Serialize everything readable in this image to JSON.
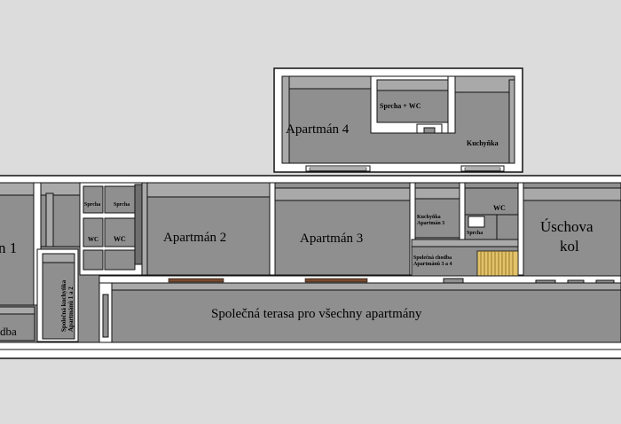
{
  "rooms": {
    "apartman1": "n 1",
    "apartman2": "Apartmán 2",
    "apartman3": "Apartmán 3",
    "apartman4": "Apartmán 4",
    "sprcha_wc_4": "Sprcha + WC",
    "kuchynka_4": "Kuchyňka",
    "sprcha_a": "Sprcha",
    "sprcha_b": "Sprcha",
    "wc_a": "WC",
    "wc_b": "WC",
    "kuchynka_3": "Kuchyňka Apartmán 3",
    "sprcha_3": "Sprcha",
    "wc_3": "WC",
    "spolecna_chodba": "Společná chodba Apartmánů 3 a 4",
    "uschova_line1": "Úschova",
    "uschova_line2": "kol",
    "spolecna_kuchynka": "Společná kuchyňka Apartmánů 1 a 2",
    "dba": "dba",
    "terasa": "Společná terasa pro všechny apartmány"
  },
  "colors": {
    "background": "#dcdcdc",
    "floor": "#8f8f8f",
    "wall_top": "#ffffff",
    "wall_inner": "#a9a9a9",
    "outline": "#111111",
    "window": "#7a4a2e",
    "stairs": "#e3c36a"
  }
}
